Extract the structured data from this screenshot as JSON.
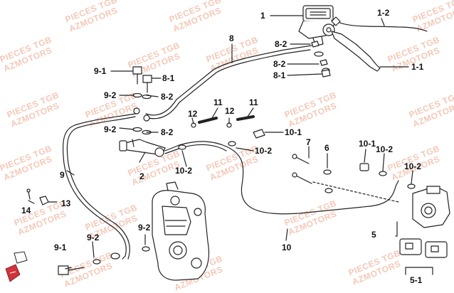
{
  "watermark": {
    "line1": "PIECES TGB",
    "line2": "AZMOTORS"
  },
  "labels": {
    "l1": "1",
    "l1_2": "1-2",
    "l1_1": "1-1",
    "l2": "2",
    "l5": "5",
    "l5_1": "5-1",
    "l6": "6",
    "l7": "7",
    "l8": "8",
    "l8_1a": "8-1",
    "l8_1b": "8-1",
    "l8_2a": "8-2",
    "l8_2b": "8-2",
    "l8_2c": "8-2",
    "l8_2d": "8-2",
    "l9": "9",
    "l9_1a": "9-1",
    "l9_1b": "9-1",
    "l9_2a": "9-2",
    "l9_2b": "9-2",
    "l9_2c": "9-2",
    "l9_2d": "9-2",
    "l10": "10",
    "l10_1a": "10-1",
    "l10_1b": "10-1",
    "l10_2a": "10-2",
    "l10_2b": "10-2",
    "l10_2c": "10-2",
    "l10_2d": "10-2",
    "l11a": "11",
    "l11b": "11",
    "l12a": "12",
    "l12b": "12",
    "l13": "13",
    "l14": "14"
  }
}
